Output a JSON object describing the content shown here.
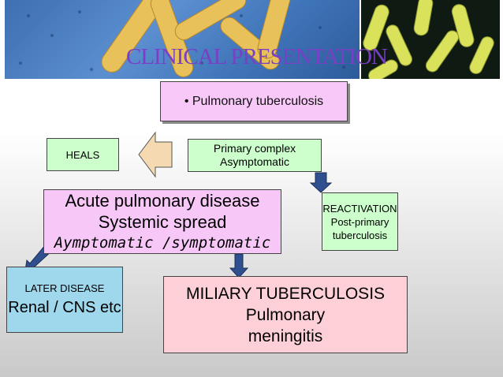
{
  "title": "CLINICAL PRESENTATION",
  "nodes": {
    "pulmonary": "•   Pulmonary tuberculosis",
    "heals": "HEALS",
    "primary": {
      "line1": "Primary complex",
      "line2": "Asymptomatic"
    },
    "acute": {
      "line1": "Acute pulmonary disease",
      "line2": "Systemic spread",
      "line3": "Aymptomatic /symptomatic"
    },
    "reactivation": {
      "line1": "REACTIVATION",
      "line2": "Post-primary",
      "line3": "tuberculosis"
    },
    "later": {
      "line1": "LATER DISEASE",
      "line2": "Renal / CNS etc"
    },
    "miliary": {
      "line1": "MILIARY TUBERCULOSIS",
      "line2": "Pulmonary",
      "line3": "meningitis"
    }
  },
  "colors": {
    "title": "#7a3fc6",
    "arrow": "#2f4f8f",
    "green_box": "#ccffcc",
    "pink_box": "#f7c8f7",
    "blue_box": "#9fd8ec"
  }
}
